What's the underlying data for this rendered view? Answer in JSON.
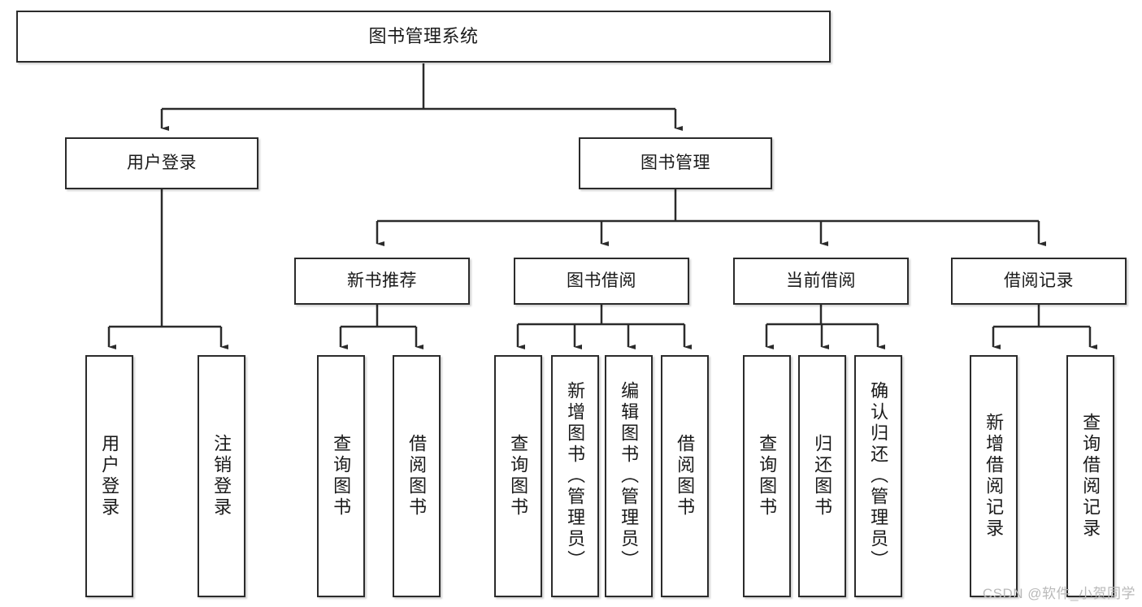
{
  "diagram": {
    "type": "tree-hierarchy-chart",
    "title": "图书管理系统",
    "orientation": "top-down",
    "edge_style": "orthogonal-arrow",
    "colors": {
      "node_border": "#2b2b2b",
      "node_fill": "#ffffff",
      "edge": "#2b2b2b",
      "text": "#1a1a1a",
      "watermark": "#b9b9b9",
      "background": "#ffffff"
    },
    "nodes": {
      "root": {
        "label": "图书管理系统",
        "level": 0
      },
      "level1": [
        {
          "id": "user-login",
          "label": "用户登录"
        },
        {
          "id": "book-manage",
          "label": "图书管理"
        }
      ],
      "level2": [
        {
          "id": "new-book-recommend",
          "label": "新书推荐"
        },
        {
          "id": "book-borrow",
          "label": "图书借阅"
        },
        {
          "id": "current-borrow",
          "label": "当前借阅"
        },
        {
          "id": "borrow-record",
          "label": "借阅记录"
        }
      ],
      "leaves": {
        "user-login": [
          {
            "id": "leaf-user-login",
            "label": "用户登录"
          },
          {
            "id": "leaf-logout-login",
            "label": "注销登录"
          }
        ],
        "new-book-recommend": [
          {
            "id": "leaf-query-book-1",
            "label": "查询图书"
          },
          {
            "id": "leaf-borrow-book-1",
            "label": "借阅图书"
          }
        ],
        "book-borrow": [
          {
            "id": "leaf-query-book-2",
            "label": "查询图书"
          },
          {
            "id": "leaf-add-book",
            "label": "新增图书（管理员）"
          },
          {
            "id": "leaf-edit-book",
            "label": "编辑图书（管理员）"
          },
          {
            "id": "leaf-borrow-book-2",
            "label": "借阅图书"
          }
        ],
        "current-borrow": [
          {
            "id": "leaf-query-book-3",
            "label": "查询图书"
          },
          {
            "id": "leaf-return-book",
            "label": "归还图书"
          },
          {
            "id": "leaf-confirm-return",
            "label": "确认归还（管理员）"
          }
        ],
        "borrow-record": [
          {
            "id": "leaf-add-record",
            "label": "新增借阅记录"
          },
          {
            "id": "leaf-query-record",
            "label": "查询借阅记录"
          }
        ]
      }
    },
    "watermark": "CSDN @软件_小贺同学"
  }
}
